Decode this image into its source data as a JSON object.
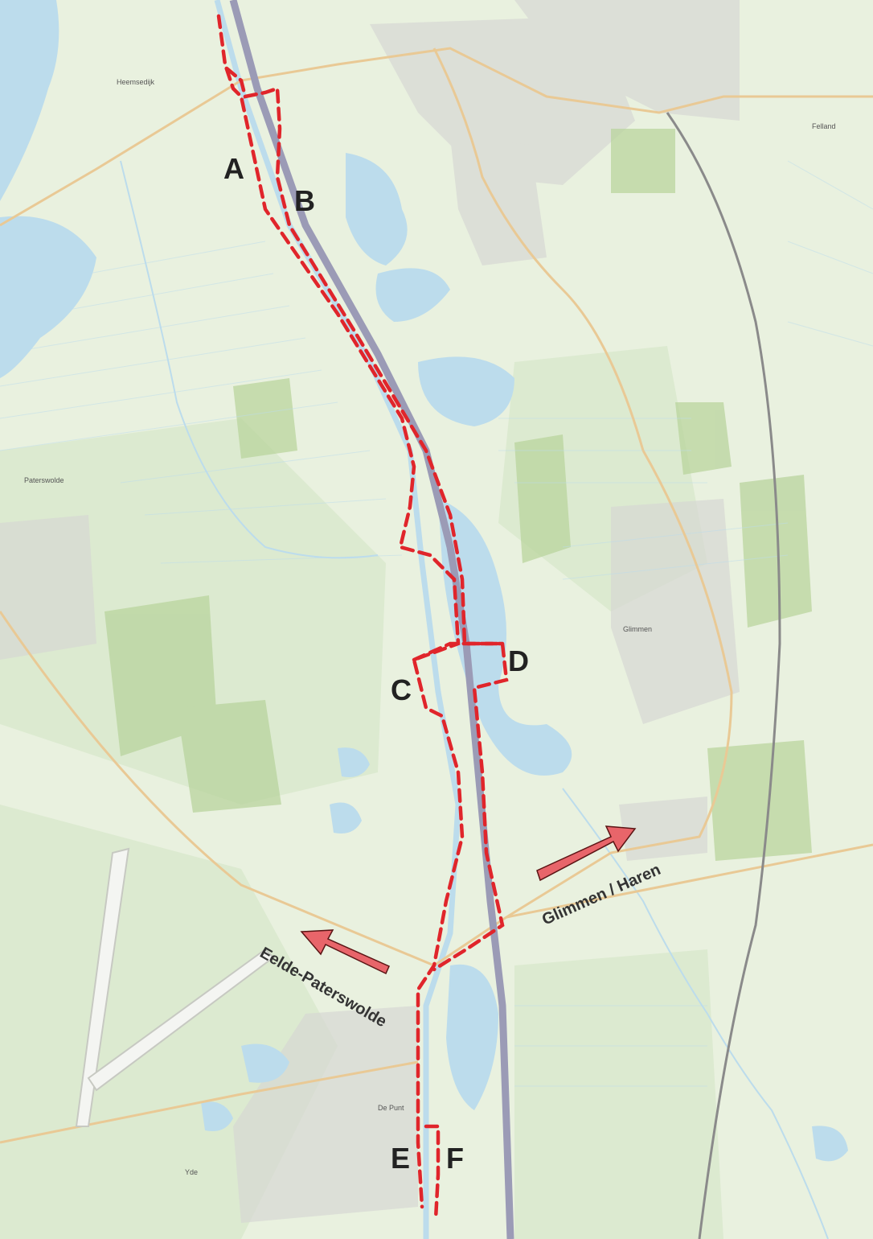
{
  "map": {
    "colors": {
      "land": "#e9f1df",
      "field": "#dcead0",
      "forest": "#b9d49e",
      "water": "#bcdcec",
      "urban": "#d6d6d3",
      "road": "#e9c995",
      "motorway": "#9b9bb6",
      "rail": "#8a8a8a",
      "route": "#e0252b",
      "arrow": "#e8656a"
    },
    "route_labels": {
      "A": "A",
      "B": "B",
      "C": "C",
      "D": "D",
      "E": "E",
      "F": "F"
    },
    "arrows": {
      "glimmen": "Glimmen / Haren",
      "eelde": "Eelde-Paterswolde"
    },
    "places": {
      "heemsedijk": "Heemsedijk",
      "paterswolde": "Paterswolde",
      "glimmen": "Glimmen",
      "felland": "Felland",
      "de_punt": "De Punt",
      "yde": "Yde"
    }
  }
}
